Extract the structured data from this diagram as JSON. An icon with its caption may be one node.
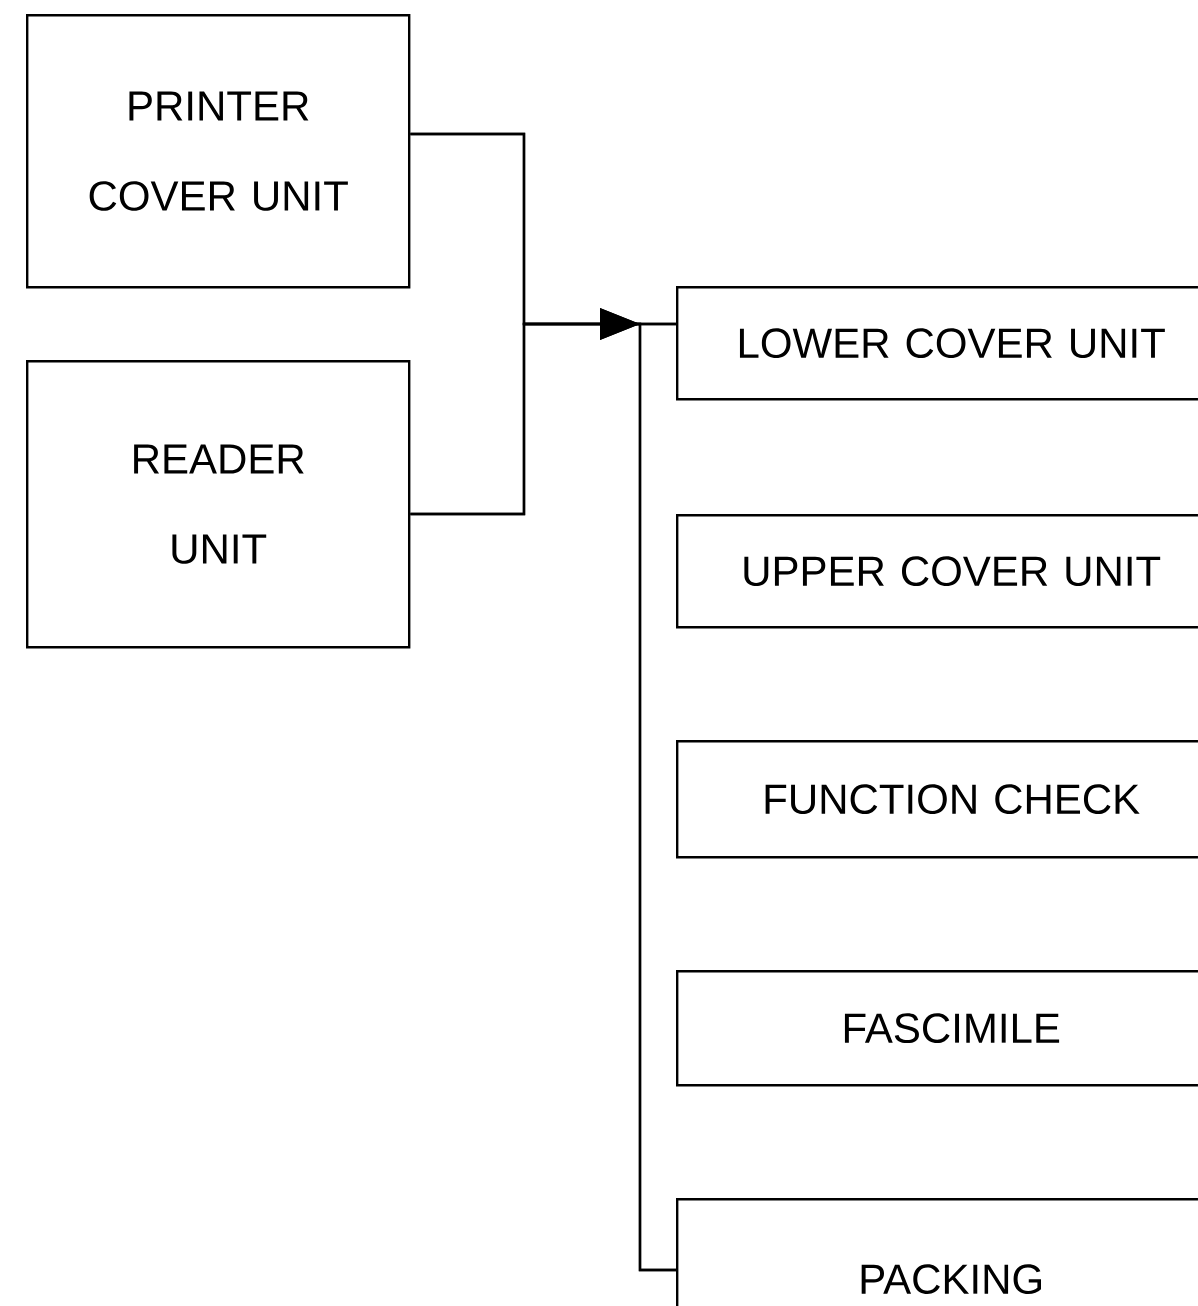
{
  "diagram": {
    "nodes": [
      {
        "text": [
          "PRINTER COVER UNIT"
        ]
      },
      {
        "text": [
          "READER UNIT"
        ]
      },
      {
        "text": [
          "LOWER COVER UNIT"
        ]
      },
      {
        "text": [
          "UPPER COVER UNIT"
        ]
      },
      {
        "text": [
          "FUNCTION CHECK"
        ]
      },
      {
        "text": [
          "FASCIMILE"
        ]
      },
      {
        "text": [
          "PACKING"
        ]
      }
    ],
    "edges": [
      {
        "from": 0,
        "to": 2,
        "arrow": "to"
      },
      {
        "from": 1,
        "to": 2,
        "arrow": "to"
      },
      {
        "from": 0,
        "to": 6,
        "arrow": "none"
      },
      {
        "from": 1,
        "to": 6,
        "arrow": "none"
      }
    ]
  }
}
